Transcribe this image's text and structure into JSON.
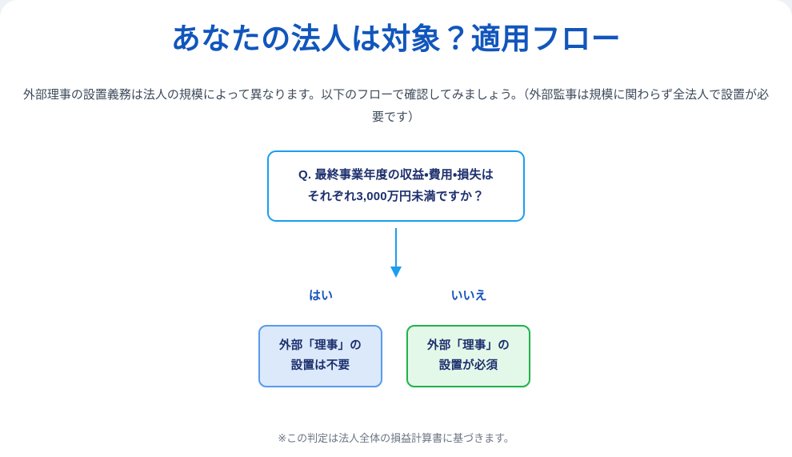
{
  "header": {
    "title": "あなたの法人は対象？適用フロー",
    "subtitle": "外部理事の設置義務は法人の規模によって異なります。以下のフローで確認してみましょう。（外部監事は規模に関わらず全法人で設置が必要です）",
    "title_color": "#1156bc",
    "subtitle_color": "#3d4b5c"
  },
  "flow": {
    "question": {
      "line1": "Q. 最終事業年度の収益・費用・損失は",
      "line2": "それぞれ3,000万円未満ですか？",
      "border_color": "#1b9df0",
      "text_color": "#1d2f6d"
    },
    "arrow": {
      "icon": "arrow-down-icon",
      "color": "#1b9df0"
    },
    "branches": [
      {
        "label": "はい",
        "result_line1": "外部「理事」の",
        "result_line2": "設置は不要",
        "fill_color": "#dbe9fb",
        "border_color": "#5b9bea"
      },
      {
        "label": "いいえ",
        "result_line1": "外部「理事」の",
        "result_line2": "設置が必須",
        "fill_color": "#e4f8e9",
        "border_color": "#22b24c"
      }
    ]
  },
  "footnote": "※この判定は法人全体の損益計算書に基づきます。"
}
